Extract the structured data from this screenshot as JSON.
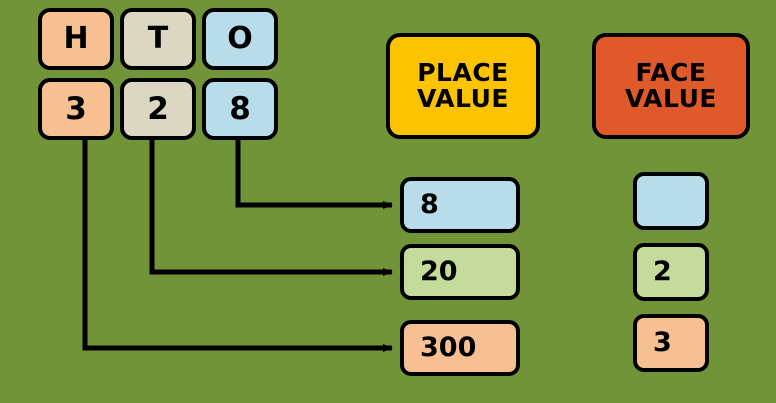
{
  "background_color": "#719439",
  "columns": {
    "headers": [
      {
        "label": "H",
        "color": "#F6C093",
        "name": "hundreds"
      },
      {
        "label": "T",
        "color": "#DCD7C2",
        "name": "tens"
      },
      {
        "label": "O",
        "color": "#B8DCEA",
        "name": "ones"
      }
    ],
    "digits": [
      {
        "label": "3",
        "color": "#F6C093",
        "name": "hundreds"
      },
      {
        "label": "2",
        "color": "#DCD7C2",
        "name": "tens"
      },
      {
        "label": "8",
        "color": "#B8DCEA",
        "name": "ones"
      }
    ]
  },
  "place_value": {
    "header_line1": "PLACE",
    "header_line2": "VALUE",
    "header_color": "#FCC300",
    "boxes": [
      {
        "label": "8",
        "color": "#B8DCEA"
      },
      {
        "label": "20",
        "color": "#C5DB9C"
      },
      {
        "label": "300",
        "color": "#F6C093"
      }
    ]
  },
  "face_value": {
    "header_line1": "FACE",
    "header_line2": "VALUE",
    "header_color": "#E0592A",
    "boxes": [
      {
        "label": "",
        "color": "#B8DCEA"
      },
      {
        "label": "2",
        "color": "#C5DB9C"
      },
      {
        "label": "3",
        "color": "#F6C093"
      }
    ]
  }
}
